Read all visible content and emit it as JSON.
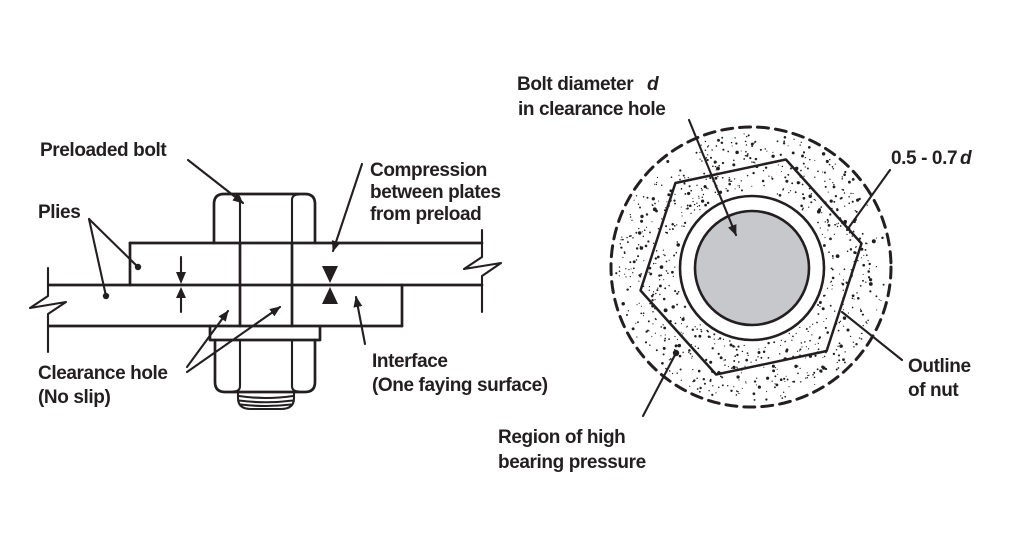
{
  "figure": {
    "title_semantic": "Preloaded bolt joint diagram",
    "background": "#ffffff",
    "line_color": "#231f20",
    "bolt_fill": "#c6c8cb",
    "stipple_color": "#1f1f1f",
    "left_diagram": {
      "labels": {
        "preloaded_bolt": "Preloaded bolt",
        "plies": "Plies",
        "compression_line1": "Compression",
        "compression_line2": "between plates",
        "compression_line3": "from preload",
        "clearance_line1": "Clearance hole",
        "clearance_line2": "(No slip)",
        "interface_line1": "Interface",
        "interface_line2": "(One faying surface)"
      }
    },
    "right_diagram": {
      "labels": {
        "bolt_diameter_prefix": "Bolt diameter",
        "bolt_diameter_d": "d",
        "bolt_diameter_line2": "in clearance hole",
        "dimension_prefix": "0.5 - 0.7",
        "dimension_d": "d",
        "outline_line1": "Outline",
        "outline_line2": "of nut",
        "region_line1": "Region of high",
        "region_line2": "bearing pressure"
      }
    }
  }
}
